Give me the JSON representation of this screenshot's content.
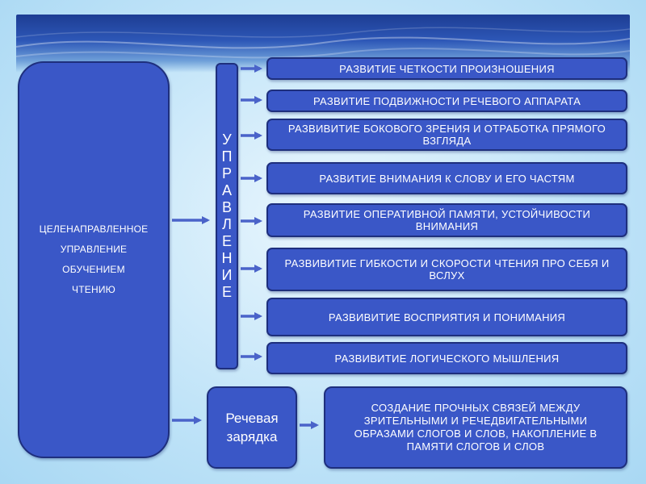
{
  "left_box": {
    "lines": [
      "ЦЕЛЕНАПРАВЛЕННОЕ",
      "УПРАВЛЕНИЕ",
      "ОБУЧЕНИЕМ",
      "ЧТЕНИЮ"
    ]
  },
  "vertical_label": {
    "letters": [
      "У",
      "П",
      "Р",
      "А",
      "В",
      "Л",
      "Е",
      "Н",
      "И",
      "Е"
    ]
  },
  "items": [
    "РАЗВИТИЕ ЧЕТКОСТИ ПРОИЗНОШЕНИЯ",
    "РАЗВИТИЕ ПОДВИЖНОСТИ РЕЧЕВОГО АППАРАТА",
    "РАЗВИВИТИЕ БОКОВОГО ЗРЕНИЯ И ОТРАБОТКА ПРЯМОГО ВЗГЛЯДА",
    "РАЗВИТИЕ ВНИМАНИЯ К СЛОВУ И ЕГО ЧАСТЯМ",
    "РАЗВИТИЕ ОПЕРАТИВНОЙ ПАМЯТИ, УСТОЙЧИВОСТИ ВНИМАНИЯ",
    "РАЗВИВИТИЕ ГИБКОСТИ И СКОРОСТИ ЧТЕНИЯ ПРО СЕБЯ И ВСЛУХ",
    "РАЗВИВИТИЕ ВОСПРИЯТИЯ И ПОНИМАНИЯ",
    "РАЗВИВИТИЕ ЛОГИЧЕСКОГО МЫШЛЕНИЯ"
  ],
  "speech_box": {
    "label": "Речевая зарядка"
  },
  "result_box": {
    "text": "СОЗДАНИЕ ПРОЧНЫХ СВЯЗЕЙ  МЕЖДУ ЗРИТЕЛЬНЫМИ И РЕЧЕДВИГАТЕЛЬНЫМИ ОБРАЗАМИ СЛОГОВ И СЛОВ, НАКОПЛЕНИЕ В ПАМЯТИ СЛОГОВ И СЛОВ"
  },
  "colors": {
    "box_fill": "#3a57c7",
    "box_border": "#1e2f7d",
    "arrow": "#4a63c9",
    "text": "#ffffff"
  }
}
